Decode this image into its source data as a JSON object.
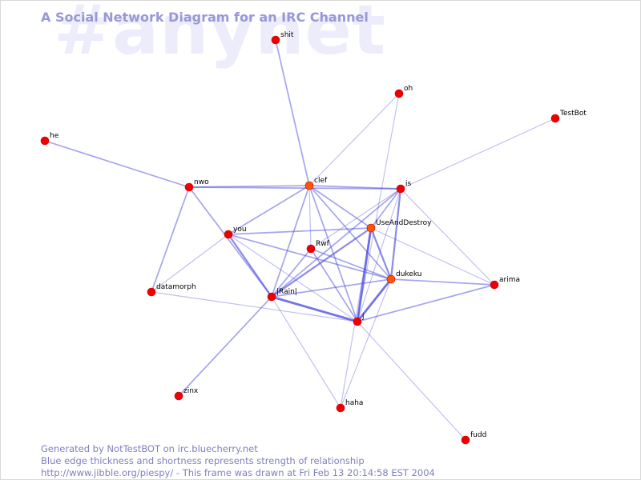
{
  "watermark": "#anynet",
  "title": "A Social Network Diagram for an IRC Channel",
  "colors": {
    "edge": "#4b4bdc",
    "node": "#ee0000",
    "node_highlight": "#ff5500",
    "title": "#9898d8",
    "footer": "#7f7fbf",
    "watermark": "#ececfb"
  },
  "nodes": [
    {
      "id": "shit",
      "label": "shit"
    },
    {
      "id": "oh",
      "label": "oh"
    },
    {
      "id": "TestBot",
      "label": "TestBot"
    },
    {
      "id": "he",
      "label": "he"
    },
    {
      "id": "nwo",
      "label": "nwo"
    },
    {
      "id": "clef",
      "label": "clef"
    },
    {
      "id": "is",
      "label": "is"
    },
    {
      "id": "UseAndDestroy",
      "label": "UseAndDestroy"
    },
    {
      "id": "you",
      "label": "you"
    },
    {
      "id": "Rwf",
      "label": "Rwf"
    },
    {
      "id": "dukeku",
      "label": "dukeku"
    },
    {
      "id": "arima",
      "label": "arima"
    },
    {
      "id": "datamorph",
      "label": "datamorph"
    },
    {
      "id": "Rain",
      "label": "|Rain|"
    },
    {
      "id": "j",
      "label": "j"
    },
    {
      "id": "zinx",
      "label": "zinx"
    },
    {
      "id": "haha",
      "label": "haha"
    },
    {
      "id": "fudd",
      "label": "fudd"
    }
  ],
  "edges": [
    {
      "source": "shit",
      "target": "clef",
      "strength": 2
    },
    {
      "source": "oh",
      "target": "clef",
      "strength": 1
    },
    {
      "source": "oh",
      "target": "j",
      "strength": 1
    },
    {
      "source": "TestBot",
      "target": "is",
      "strength": 1
    },
    {
      "source": "he",
      "target": "nwo",
      "strength": 2
    },
    {
      "source": "nwo",
      "target": "clef",
      "strength": 2
    },
    {
      "source": "nwo",
      "target": "is",
      "strength": 2
    },
    {
      "source": "nwo",
      "target": "datamorph",
      "strength": 2
    },
    {
      "source": "nwo",
      "target": "Rain",
      "strength": 2
    },
    {
      "source": "clef",
      "target": "is",
      "strength": 2
    },
    {
      "source": "clef",
      "target": "you",
      "strength": 2
    },
    {
      "source": "clef",
      "target": "Rain",
      "strength": 2
    },
    {
      "source": "clef",
      "target": "Rwf",
      "strength": 1
    },
    {
      "source": "clef",
      "target": "j",
      "strength": 2
    },
    {
      "source": "clef",
      "target": "dukeku",
      "strength": 2
    },
    {
      "source": "clef",
      "target": "UseAndDestroy",
      "strength": 2
    },
    {
      "source": "is",
      "target": "UseAndDestroy",
      "strength": 2
    },
    {
      "source": "is",
      "target": "dukeku",
      "strength": 3
    },
    {
      "source": "is",
      "target": "Rain",
      "strength": 2
    },
    {
      "source": "is",
      "target": "Rwf",
      "strength": 1
    },
    {
      "source": "is",
      "target": "arima",
      "strength": 1
    },
    {
      "source": "is",
      "target": "j",
      "strength": 1
    },
    {
      "source": "UseAndDestroy",
      "target": "you",
      "strength": 2
    },
    {
      "source": "UseAndDestroy",
      "target": "Rain",
      "strength": 3
    },
    {
      "source": "UseAndDestroy",
      "target": "dukeku",
      "strength": 3
    },
    {
      "source": "UseAndDestroy",
      "target": "j",
      "strength": 4
    },
    {
      "source": "UseAndDestroy",
      "target": "arima",
      "strength": 1
    },
    {
      "source": "UseAndDestroy",
      "target": "haha",
      "strength": 1
    },
    {
      "source": "you",
      "target": "Rain",
      "strength": 3
    },
    {
      "source": "you",
      "target": "dukeku",
      "strength": 2
    },
    {
      "source": "you",
      "target": "datamorph",
      "strength": 1
    },
    {
      "source": "you",
      "target": "j",
      "strength": 1
    },
    {
      "source": "Rwf",
      "target": "Rain",
      "strength": 2
    },
    {
      "source": "Rwf",
      "target": "dukeku",
      "strength": 2
    },
    {
      "source": "Rwf",
      "target": "j",
      "strength": 2
    },
    {
      "source": "Rain",
      "target": "dukeku",
      "strength": 2
    },
    {
      "source": "Rain",
      "target": "j",
      "strength": 4
    },
    {
      "source": "Rain",
      "target": "zinx",
      "strength": 2
    },
    {
      "source": "Rain",
      "target": "haha",
      "strength": 1
    },
    {
      "source": "dukeku",
      "target": "j",
      "strength": 4
    },
    {
      "source": "dukeku",
      "target": "arima",
      "strength": 2
    },
    {
      "source": "dukeku",
      "target": "haha",
      "strength": 1
    },
    {
      "source": "arima",
      "target": "j",
      "strength": 2
    },
    {
      "source": "datamorph",
      "target": "j",
      "strength": 1
    },
    {
      "source": "j",
      "target": "fudd",
      "strength": 1
    }
  ],
  "footer": {
    "line1": "Generated by NotTestBOT on irc.bluecherry.net",
    "line2": "Blue edge thickness and shortness represents strength of relationship",
    "line3": "http://www.jibble.org/piespy/ - This frame was drawn at Fri Feb 13 20:14:58 EST 2004"
  }
}
